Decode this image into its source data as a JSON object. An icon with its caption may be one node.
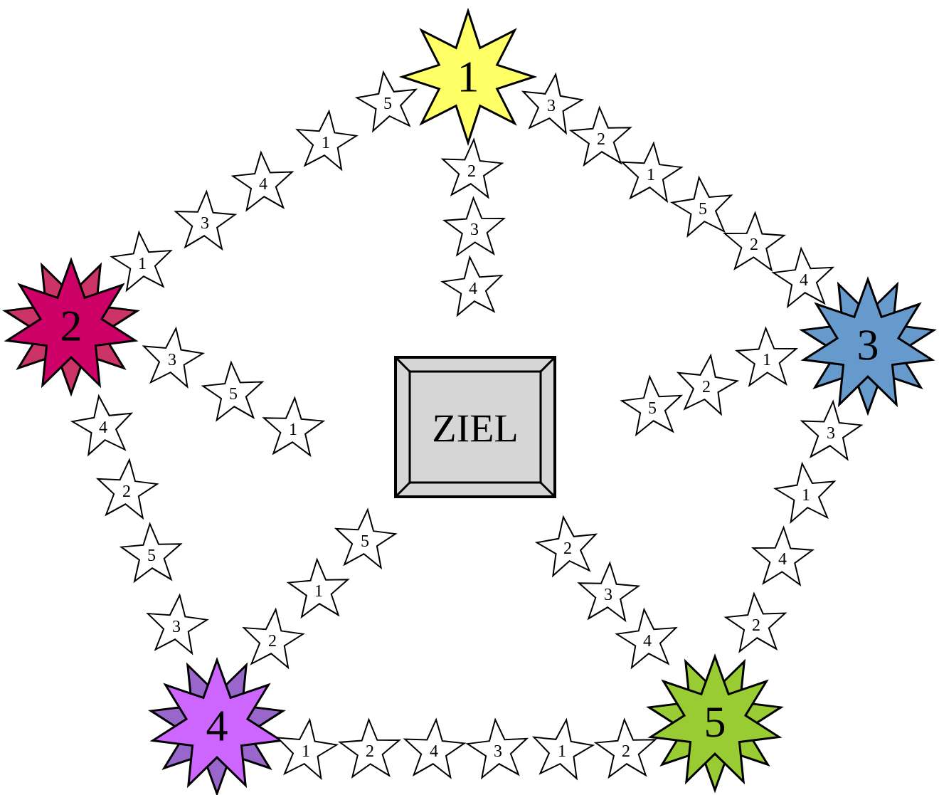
{
  "diagram": {
    "nodes": [
      {
        "text": [
          "1"
        ]
      },
      {
        "text": [
          "2"
        ]
      },
      {
        "text": [
          "3"
        ]
      },
      {
        "text": [
          "4"
        ]
      },
      {
        "text": [
          "5"
        ]
      },
      {
        "text": [
          "ZIEL"
        ]
      },
      {
        "text": [
          "5"
        ]
      },
      {
        "text": [
          "1"
        ]
      },
      {
        "text": [
          "4"
        ]
      },
      {
        "text": [
          "3"
        ]
      },
      {
        "text": [
          "1"
        ]
      },
      {
        "text": [
          "3"
        ]
      },
      {
        "text": [
          "2"
        ]
      },
      {
        "text": [
          "1"
        ]
      },
      {
        "text": [
          "5"
        ]
      },
      {
        "text": [
          "2"
        ]
      },
      {
        "text": [
          "4"
        ]
      },
      {
        "text": [
          "2"
        ]
      },
      {
        "text": [
          "3"
        ]
      },
      {
        "text": [
          "4"
        ]
      },
      {
        "text": [
          "3"
        ]
      },
      {
        "text": [
          "5"
        ]
      },
      {
        "text": [
          "1"
        ]
      },
      {
        "text": [
          "4"
        ]
      },
      {
        "text": [
          "2"
        ]
      },
      {
        "text": [
          "5"
        ]
      },
      {
        "text": [
          "3"
        ]
      },
      {
        "text": [
          "1"
        ]
      },
      {
        "text": [
          "2"
        ]
      },
      {
        "text": [
          "5"
        ]
      },
      {
        "text": [
          "3"
        ]
      },
      {
        "text": [
          "1"
        ]
      },
      {
        "text": [
          "4"
        ]
      },
      {
        "text": [
          "2"
        ]
      },
      {
        "text": [
          "2"
        ]
      },
      {
        "text": [
          "1"
        ]
      },
      {
        "text": [
          "5"
        ]
      },
      {
        "text": [
          "2"
        ]
      },
      {
        "text": [
          "3"
        ]
      },
      {
        "text": [
          "4"
        ]
      },
      {
        "text": [
          "1"
        ]
      },
      {
        "text": [
          "2"
        ]
      },
      {
        "text": [
          "4"
        ]
      },
      {
        "text": [
          "3"
        ]
      },
      {
        "text": [
          "1"
        ]
      },
      {
        "text": [
          "2"
        ]
      }
    ]
  }
}
